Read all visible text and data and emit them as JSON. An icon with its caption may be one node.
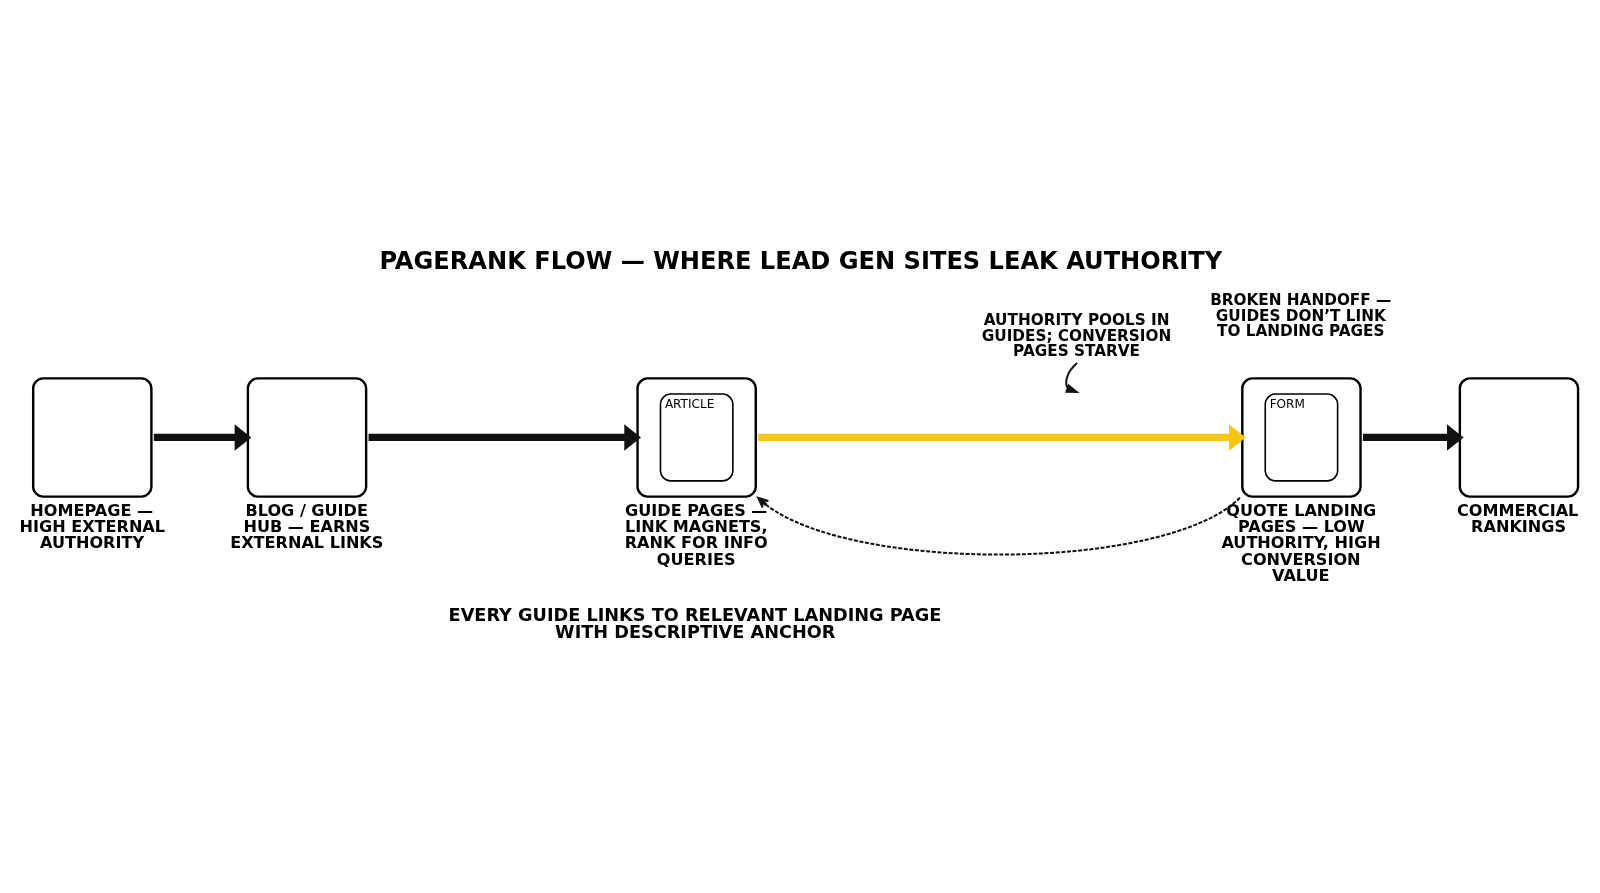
{
  "diagram": {
    "title": "PAGERANK FLOW — WHERE LEAD GEN SITES LEAK AUTHORITY",
    "caption": "EVERY GUIDE LINKS TO RELEVANT LANDING PAGE WITH DESCRIPTIVE ANCHOR",
    "nodes": [
      {
        "text": [
          "HOMEPAGE — HIGH EXTERNAL AUTHORITY"
        ]
      },
      {
        "text": [
          "BLOG / GUIDE HUB — EARNS EXTERNAL LINKS"
        ]
      },
      {
        "text": [
          "ARTICLE",
          "GUIDE PAGES — LINK MAGNETS, RANK FOR INFO QUERIES"
        ]
      },
      {
        "text": [
          "FORM",
          "QUOTE LANDING PAGES — LOW AUTHORITY, HIGH CONVERSION VALUE"
        ]
      },
      {
        "text": [
          "COMMERCIAL RANKINGS"
        ]
      },
      {
        "text": [
          "AUTHORITY POOLS IN GUIDES; CONVERSION PAGES STARVE"
        ]
      }
    ],
    "edges": [
      {
        "from": 0,
        "to": 1,
        "arrow": "to"
      },
      {
        "from": 1,
        "to": 2,
        "arrow": "to"
      },
      {
        "from": 2,
        "to": 3,
        "arrow": "to",
        "color": "#f5c518"
      },
      {
        "from": 3,
        "to": 2,
        "arrow": "to",
        "style": "dashed"
      },
      {
        "from": 3,
        "to": 4,
        "arrow": "to"
      },
      {
        "from": 5,
        "to": null,
        "arrow": "to"
      }
    ],
    "labels": [
      "BROKEN HANDOFF — GUIDES DON’T LINK TO LANDING PAGES"
    ]
  }
}
